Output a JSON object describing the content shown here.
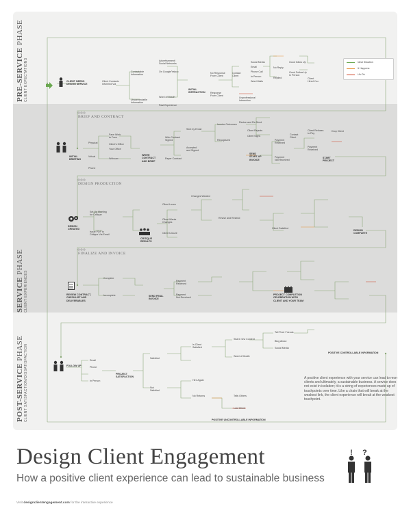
{
  "legend": {
    "ideal": "Ideal Situation",
    "happens": "It Happens",
    "uhoh": "Uh-Oh",
    "colors": {
      "ideal": "#6aa84f",
      "happens": "#e69138",
      "uhoh": "#cc4125",
      "line": "#8aa877"
    }
  },
  "phases": {
    "pre": {
      "name": "PRE-SERVICE",
      "word": "PHASE",
      "sub": "CLIENT EXPECTATIONS"
    },
    "service": {
      "name": "SERVICE",
      "word": "PHASE",
      "sub": "CLIENT EXPERIENCES"
    },
    "post": {
      "name": "POST-SERVICE",
      "word": "PHASE",
      "sub": "CLIENT SATISFACTION/DISSATISFACTION"
    }
  },
  "sections": {
    "brief": "BRIEF AND CONTRACT",
    "production": "DESIGN PRODUCTION",
    "finalize": "FINALIZE AND INVOICE"
  },
  "nodes": {
    "client_needs": "CLIENT NEEDS\nDESIGN SERVICE",
    "client_contacts": "Client Contacts\nInformed Via",
    "contactable": "Contactable\nInformation",
    "unconnectable": "Unconnectable\nInformation",
    "advertisement": "Advertisement/\nSocial Networks",
    "on_google": "On Google/Yahoo",
    "word_of_mouth": "Word of Mouth",
    "past_experience": "Past Experience",
    "initial_interaction": "INITIAL\nINTERACTION",
    "no_response": "No Response\nFrom Client",
    "response_from_client": "Response\nFrom Client",
    "contact_client": "Contact\nClient",
    "social_media": "Social Media",
    "email": "Email",
    "phone_call": "Phone Call",
    "in_person": "In Person",
    "word_mails": "Word Mails",
    "no_reply": "No Reply",
    "replied": "Replied",
    "good_follow_up": "Good follow Up",
    "good_follow_up_in_person": "Good Follow Up\nIn Person",
    "client_hired": "Client\nHired You",
    "unprofessional": "Unprofessional\nInteraction",
    "initial_briefing": "INITIAL\nBRIEFING",
    "physical": "Physical",
    "virtual": "Virtual",
    "phone": "Phone",
    "face_to_face": "Face Work\nto Face",
    "clients_office": "Client's Office",
    "your_office": "Your Office",
    "webcam": "Webcam",
    "write_contract": "WRITE\nCONTRACT\nAND BRIEF",
    "web_contract": "Web Contract\nSigned",
    "paper_contract": "Paper Contract",
    "sent_by_email": "Sent by Email",
    "accepted_signed": "Accepted\nand Signed",
    "recognized": "Recognized",
    "invoice_outcomes": "Invoice Outcomes",
    "revise_resend": "Revise and Re-Send",
    "client_rejects": "Client Rejects",
    "client_signs": "Client Signs",
    "payment_received": "Payment\nReceived",
    "payment_not_received": "Payment\nNot Received",
    "accepted_signed2": "Accepted\nand Signed",
    "contact_client2": "Contact\nClient",
    "client_refuses": "Client Refuses\nto Pay",
    "drop_client": "Drop Client",
    "payment_received2": "Payment\nReceived",
    "send_invoice": "SEND\nSTART-UP\nINVOICE",
    "start_project": "START\nPROJECT",
    "design_created": "DESIGN\nCREATED",
    "critique_results": "CRITIQUE\nRESULTS",
    "set_up_meeting": "Set Up Meeting\nfor Critique",
    "issue_pdf": "Issue PDF to\nCritique Via Email",
    "client_loves": "Client Loves",
    "client_wants_changes": "Client Wants\nChanges",
    "changes_wanted": "Changes Wanted",
    "client_unsure": "Client Unsure",
    "revise_design": "Revise and Resend",
    "client_satisfied": "Client Satisfied",
    "design_complete": "DESIGN\nCOMPLETE",
    "review_contract": "REVIEW CONTRACT,\nCHECKLIST AND\nDELIVERABLES",
    "complete": "Complete",
    "incomplete": "Incomplete",
    "send_final_invoice": "SEND FINAL\nINVOICE",
    "payment_received3": "Payment\nReceived",
    "payment_not_received3": "Payment\nNot Received",
    "celebration": "PROJECT COMPLETION\nCELEBRATION WITH\nCLIENT AND YOUR TEAM",
    "follow_up": "FOLLOW UP",
    "project_satisfaction": "PROJECT\nSATISFACTION",
    "email2": "Email",
    "phone2": "Phone",
    "in_person2": "In Person",
    "not_satisfied": "Not\nSatisfied",
    "satisfied": "Satisfied",
    "is_client_satisfied": "Is Client\nSatisfied",
    "positive_controllable": "POSITIVE CONTROLLABLE INFORMATION",
    "positive_uncontrollable": "POSITIVE UNCONTROLLABLE INFORMATION",
    "share_new_content": "Share new Content",
    "word_of_mouth2": "Word of Mouth",
    "tell_friends": "Tell Their Friends",
    "blog_about": "Blog About",
    "social_media2": "Social Media",
    "hire_again": "Hire Again",
    "no_returns": "No Returns",
    "tells_others": "Tells Others",
    "lost_client": "Lost Client"
  },
  "note": "A positive client experience with your service can lead to more clients and ultimately, a sustainable business. A service does not exist in isolation; it is a string of experiences made up of touchpoints over time. Like a chain that will break at the weakest link, the client experience will break at the weakest touchpoint.",
  "title": "Design Client Engagement",
  "subtitle": "How a positive client experience can lead to sustainable business",
  "footer": {
    "prefix": "Visit",
    "site": "designclientengagement.com",
    "suffix": "for the interactive experience"
  }
}
